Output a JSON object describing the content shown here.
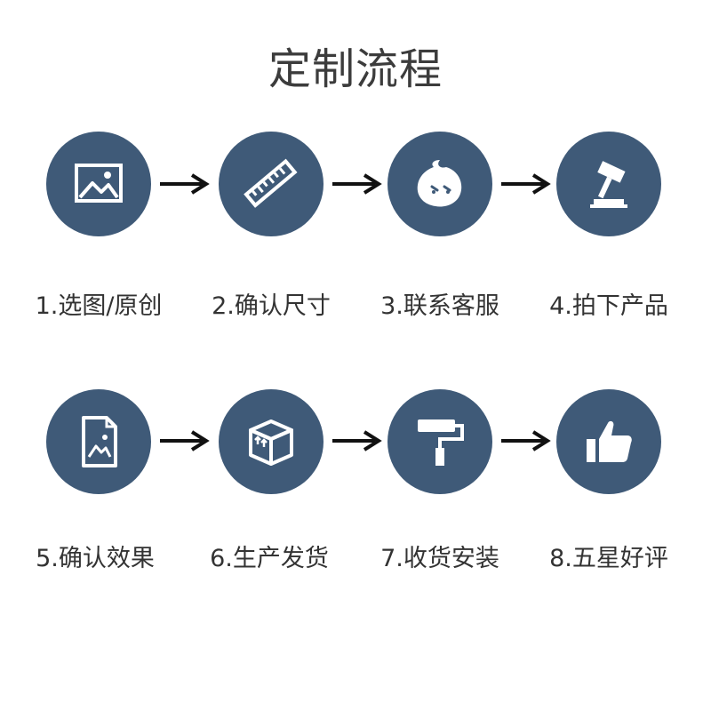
{
  "title": "定制流程",
  "colors": {
    "circle": "#3f5a78",
    "icon": "#ffffff",
    "arrow": "#111111",
    "text": "#333333"
  },
  "steps": [
    {
      "label": "1.选图/原创",
      "icon": "image-icon"
    },
    {
      "label": "2.确认尺寸",
      "icon": "ruler-icon"
    },
    {
      "label": "3.联系客服",
      "icon": "chat-mascot-icon"
    },
    {
      "label": "4.拍下产品",
      "icon": "auction-hammer-icon"
    },
    {
      "label": "5.确认效果",
      "icon": "image-file-icon"
    },
    {
      "label": "6.生产发货",
      "icon": "package-box-icon"
    },
    {
      "label": "7.收货安装",
      "icon": "paint-roller-icon"
    },
    {
      "label": "8.五星好评",
      "icon": "thumbs-up-icon"
    }
  ]
}
